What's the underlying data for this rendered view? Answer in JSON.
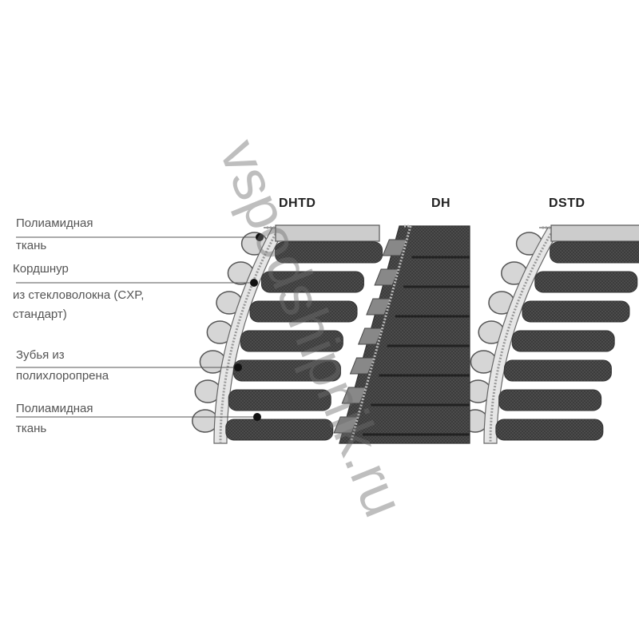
{
  "belts": [
    {
      "name": "DHTD"
    },
    {
      "name": "DH"
    },
    {
      "name": "DSTD"
    }
  ],
  "labels": [
    {
      "line1": "Полиамидная",
      "line2": "ткань"
    },
    {
      "line1": "Кордшнур",
      "line2": "из стекловолокна (CXP,",
      "line3": "стандарт)"
    },
    {
      "line1": "Зубья из",
      "line2": "полихлоропрена"
    },
    {
      "line1": "Полиамидная",
      "line2": "ткань"
    }
  ],
  "watermark": "vspodshipnik.ru",
  "colors": {
    "belt_dark": "#3a3a3a",
    "belt_light": "#d6d6d6",
    "line": "#555555",
    "text": "#555555"
  }
}
